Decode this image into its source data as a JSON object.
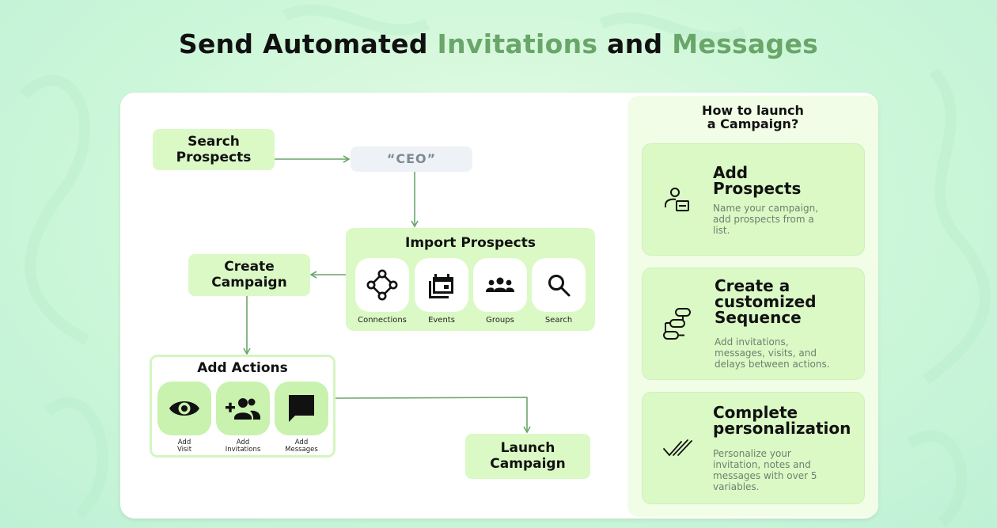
{
  "headline": {
    "part1": "Send Automated ",
    "part2": "Invitations",
    "part3": " and ",
    "part4": "Messages"
  },
  "flow": {
    "search_prospects": [
      "Search",
      "Prospects"
    ],
    "ceo": "“CEO”",
    "import_prospects": {
      "title": "Import Prospects",
      "items": [
        {
          "label": "Connections",
          "icon": "connections-icon"
        },
        {
          "label": "Events",
          "icon": "events-icon"
        },
        {
          "label": "Groups",
          "icon": "groups-icon"
        },
        {
          "label": "Search",
          "icon": "search-icon"
        }
      ]
    },
    "create_campaign": [
      "Create",
      "Campaign"
    ],
    "add_actions": {
      "title": "Add Actions",
      "items": [
        {
          "label": [
            "Add",
            "Visit"
          ],
          "icon": "eye-icon"
        },
        {
          "label": [
            "Add",
            "Invitations"
          ],
          "icon": "add-people-icon"
        },
        {
          "label": [
            "Add",
            "Messages"
          ],
          "icon": "message-icon"
        }
      ]
    },
    "launch_campaign": [
      "Launch",
      "Campaign"
    ]
  },
  "howto": {
    "title": [
      "How to launch",
      "a Campaign?"
    ],
    "cards": [
      {
        "icon": "user-list-icon",
        "heading": [
          "Add",
          "Prospects"
        ],
        "desc": [
          "Name your campaign,",
          "add prospects from a",
          "list."
        ]
      },
      {
        "icon": "sequence-icon",
        "heading": [
          "Create a",
          "customized",
          "Sequence"
        ],
        "desc": [
          "Add invitations,",
          "messages, visits, and",
          "delays between actions."
        ]
      },
      {
        "icon": "double-check-icon",
        "heading": [
          "Complete",
          "personalization"
        ],
        "desc": [
          "Personalize your",
          "invitation, notes and",
          "messages with over 5",
          "variables."
        ]
      }
    ]
  },
  "colors": {
    "accent": "#6aa56a",
    "node_fill": "#daf9c5",
    "arrow": "#6aa56a"
  }
}
